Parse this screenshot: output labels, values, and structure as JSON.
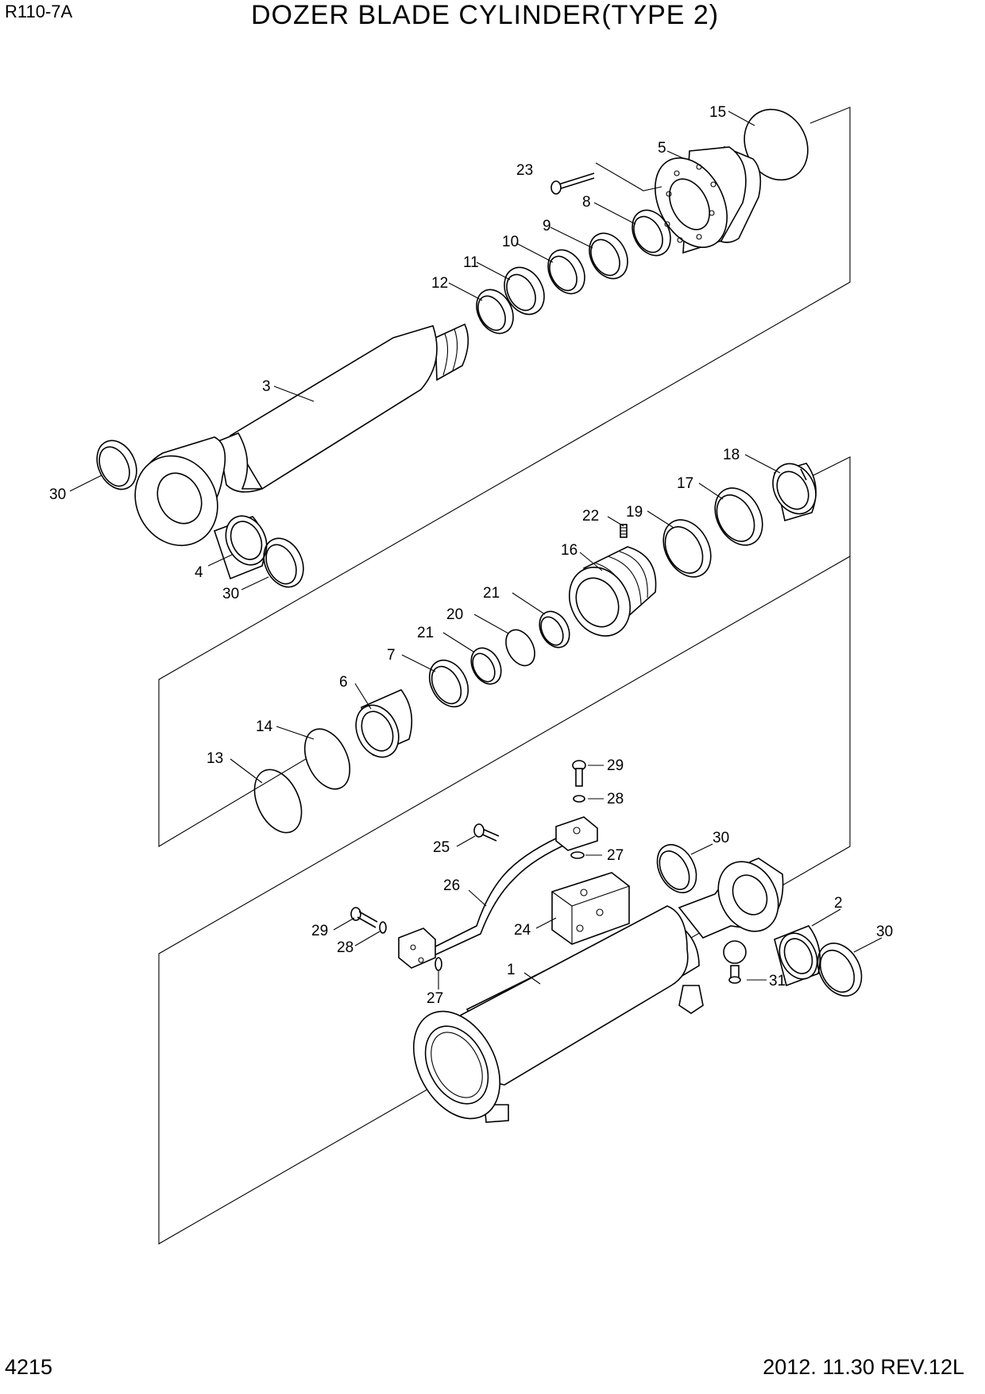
{
  "header": {
    "model": "R110-7A",
    "title": "DOZER BLADE CYLINDER(TYPE 2)"
  },
  "footer": {
    "page_number": "4215",
    "revision": "2012. 11.30  REV.12L"
  },
  "callouts": {
    "c1": "1",
    "c2": "2",
    "c3": "3",
    "c4": "4",
    "c5": "5",
    "c6": "6",
    "c7": "7",
    "c8": "8",
    "c9": "9",
    "c10": "10",
    "c11": "11",
    "c12": "12",
    "c13": "13",
    "c14": "14",
    "c15": "15",
    "c16": "16",
    "c17": "17",
    "c18": "18",
    "c19": "19",
    "c20": "20",
    "c21a": "21",
    "c21b": "21",
    "c22": "22",
    "c23": "23",
    "c24": "24",
    "c25": "25",
    "c26": "26",
    "c27a": "27",
    "c27b": "27",
    "c28a": "28",
    "c28b": "28",
    "c29a": "29",
    "c29b": "29",
    "c30a": "30",
    "c30b": "30",
    "c30c": "30",
    "c30d": "30",
    "c31": "31"
  }
}
